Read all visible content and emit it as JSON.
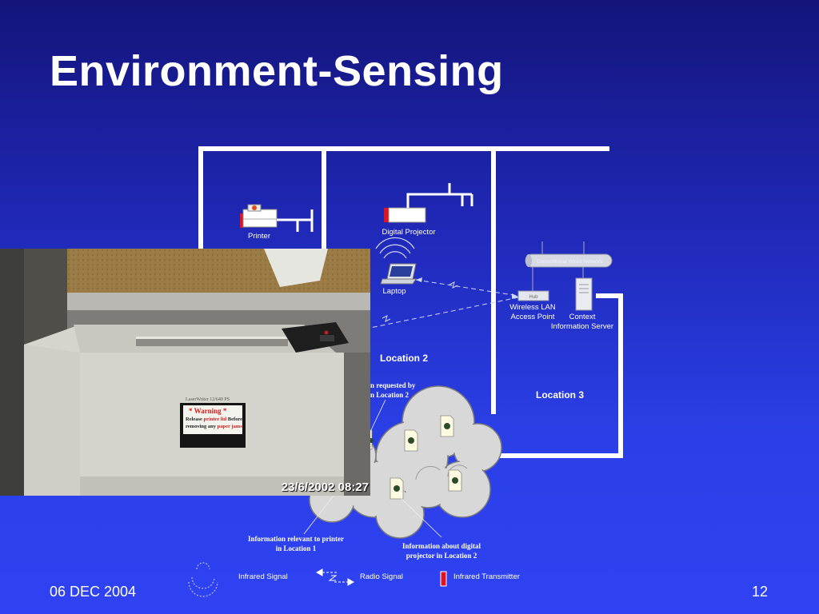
{
  "slide": {
    "title": "Environment-Sensing",
    "date": "06 DEC 2004",
    "page_number": "12"
  },
  "diagram": {
    "printer_label": "Printer",
    "projector_label": "Digital Projector",
    "laptop_label": "Laptop",
    "network_label": "Conventional Wired Network",
    "hub_label": "Hub",
    "wlan_label_1": "Wireless LAN",
    "wlan_label_2": "Access Point",
    "server_label_1": "Context",
    "server_label_2": "Information Server",
    "location2": "Location 2",
    "location3": "Location 3",
    "requested_1": "n requested by",
    "requested_2": "n Location 2",
    "info_printer_1": "Information relevant to printer",
    "info_printer_2": "in Location 1",
    "info_projector_1": "Information about digital",
    "info_projector_2": "projector in Location 2"
  },
  "legend": {
    "infrared_signal": "Infrared Signal",
    "radio_signal": "Radio Signal",
    "infrared_transmitter": "Infrared Transmitter"
  },
  "photo": {
    "timestamp": "23/6/2002 08:27",
    "label_brand": "LaserWriter 12/640 PS",
    "warning_title": "* Warning *",
    "warning_line1_a": "Release ",
    "warning_line1_b": "printer lid",
    "warning_line1_c": " Before",
    "warning_line2_a": "removing any ",
    "warning_line2_b": "paper jams",
    "warning_line2_c": "."
  },
  "colors": {
    "background_top": "#14147a",
    "background_bottom": "#3042f3",
    "transmitter_red": "#e0141e",
    "warning_red": "#d21c1c"
  },
  "icons": [
    "printer-icon",
    "projector-icon",
    "laptop-icon",
    "hub-icon",
    "server-icon",
    "document-icon",
    "cloud-icon",
    "infrared-signal-icon",
    "radio-signal-icon",
    "infrared-transmitter-icon"
  ]
}
